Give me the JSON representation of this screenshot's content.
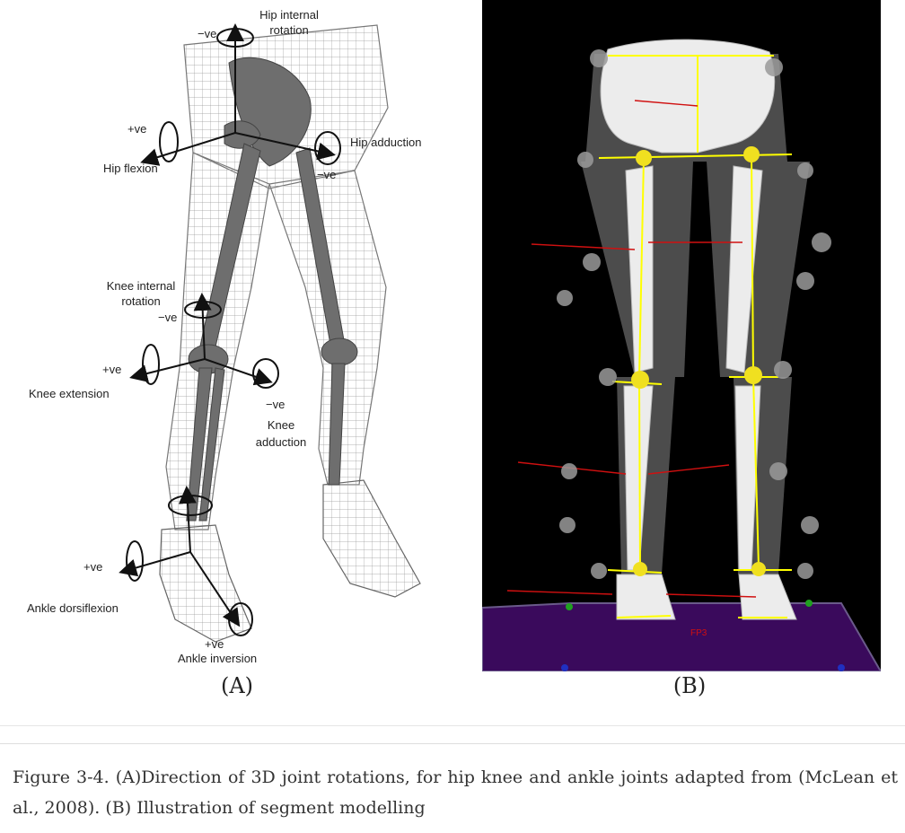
{
  "panel_a": {
    "label": "(A)",
    "annotations": {
      "hip_internal_line1": "Hip internal",
      "hip_internal_line2": "rotation",
      "hip_internal_sign": "−ve",
      "hip_flexion_sign": "+ve",
      "hip_flexion": "Hip flexion",
      "hip_adduction": "Hip adduction",
      "hip_adduction_sign": "−ve",
      "knee_internal_line1": "Knee internal",
      "knee_internal_line2": "rotation",
      "knee_internal_sign": "−ve",
      "knee_extension_sign": "+ve",
      "knee_extension": "Knee extension",
      "knee_adduction_sign": "−ve",
      "knee_adduction_line1": "Knee",
      "knee_adduction_line2": "adduction",
      "ankle_dorsiflexion_sign": "+ve",
      "ankle_dorsiflexion": "Ankle dorsiflexion",
      "ankle_inversion_sign": "+ve",
      "ankle_inversion": "Ankle inversion"
    }
  },
  "panel_b": {
    "label": "(B)",
    "force_plate_text": "FP3"
  },
  "caption": {
    "text": "Figure 3-4. (A)Direction of 3D joint rotations, for hip knee and ankle joints adapted from (McLean et al., 2008). (B) Illustration of segment modelling"
  },
  "colors": {
    "skeleton_background": "#000000",
    "joint_marker": "#f0e020",
    "axis_line": "#ffff00",
    "force_plate": "#3a0a5c",
    "segment_red": "#d01010"
  }
}
